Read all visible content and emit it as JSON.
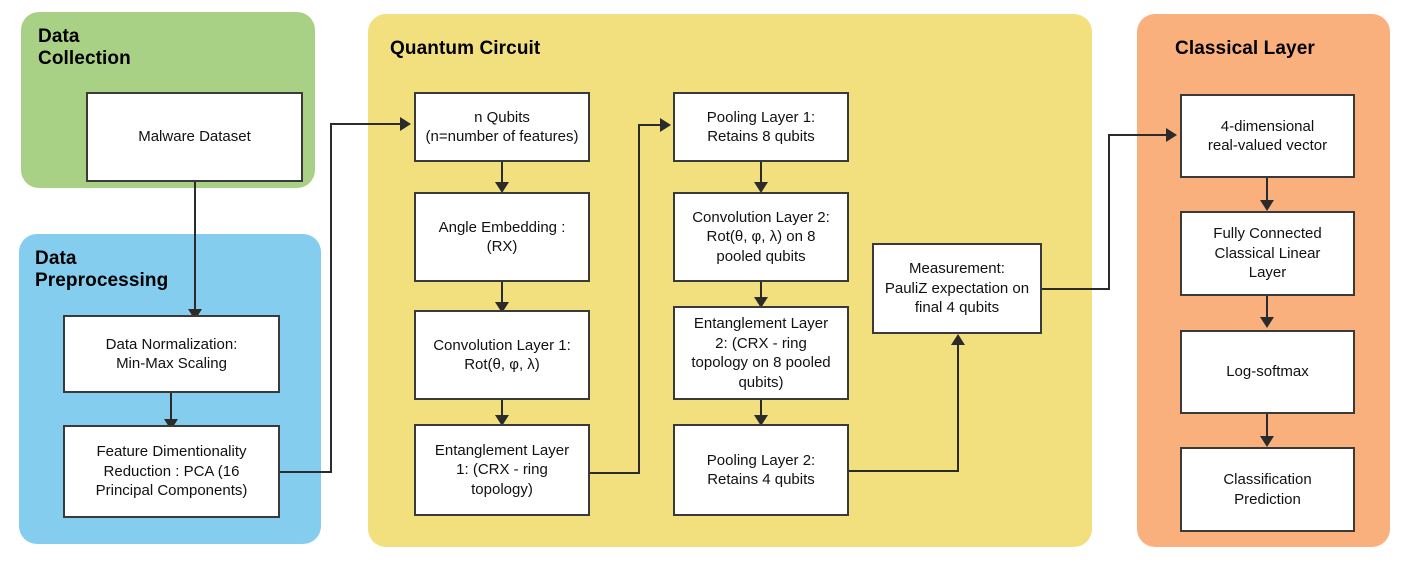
{
  "diagram": {
    "title": "Quantum Convolutional Neural Network malware classification pipeline",
    "colors": {
      "data_collection": "#a9d186",
      "data_preprocessing": "#84cdee",
      "quantum_circuit": "#f2e07e",
      "classical_layer": "#fab07d",
      "node_fill": "#ffffff",
      "stroke": "#3a3a3a",
      "edge": "#2b2b2b"
    }
  },
  "panels": {
    "data_collection": {
      "title": "Data\nCollection"
    },
    "data_preprocessing": {
      "title": "Data\nPreprocessing"
    },
    "quantum_circuit": {
      "title": "Quantum Circuit"
    },
    "classical_layer": {
      "title": "Classical Layer"
    }
  },
  "nodes": {
    "malware_dataset": "Malware Dataset",
    "data_normalization": "Data Normalization:\nMin-Max Scaling",
    "feature_reduction": "Feature Dimentionality\nReduction : PCA (16\nPrincipal Components)",
    "n_qubits": "n Qubits\n(n=number of features)",
    "angle_embedding": "Angle Embedding :\n(RX)",
    "convolution_layer_1": "Convolution Layer 1:\nRot(θ, φ, λ)",
    "entanglement_layer_1": "Entanglement Layer\n1: (CRX - ring\ntopology)",
    "pooling_layer_1": "Pooling Layer 1:\nRetains 8 qubits",
    "convolution_layer_2": "Convolution Layer 2:\nRot(θ, φ, λ) on 8\npooled qubits",
    "entanglement_layer_2": "Entanglement Layer\n2: (CRX - ring\ntopology on 8 pooled\nqubits)",
    "pooling_layer_2": "Pooling Layer 2:\nRetains 4 qubits",
    "measurement": "Measurement:\nPauliZ expectation on\nfinal 4 qubits",
    "vector_4d": "4-dimensional\nreal-valued vector",
    "fully_connected": "Fully Connected\nClassical Linear\nLayer",
    "log_softmax": "Log-softmax",
    "classification_prediction": "Classification\nPrediction"
  },
  "flow": {
    "edges": [
      {
        "from": "malware_dataset",
        "to": "data_normalization"
      },
      {
        "from": "data_normalization",
        "to": "feature_reduction"
      },
      {
        "from": "feature_reduction",
        "to": "n_qubits"
      },
      {
        "from": "n_qubits",
        "to": "angle_embedding"
      },
      {
        "from": "angle_embedding",
        "to": "convolution_layer_1"
      },
      {
        "from": "convolution_layer_1",
        "to": "entanglement_layer_1"
      },
      {
        "from": "entanglement_layer_1",
        "to": "pooling_layer_1"
      },
      {
        "from": "pooling_layer_1",
        "to": "convolution_layer_2"
      },
      {
        "from": "convolution_layer_2",
        "to": "entanglement_layer_2"
      },
      {
        "from": "entanglement_layer_2",
        "to": "pooling_layer_2"
      },
      {
        "from": "pooling_layer_2",
        "to": "measurement"
      },
      {
        "from": "measurement",
        "to": "vector_4d"
      },
      {
        "from": "vector_4d",
        "to": "fully_connected"
      },
      {
        "from": "fully_connected",
        "to": "log_softmax"
      },
      {
        "from": "log_softmax",
        "to": "classification_prediction"
      }
    ]
  }
}
